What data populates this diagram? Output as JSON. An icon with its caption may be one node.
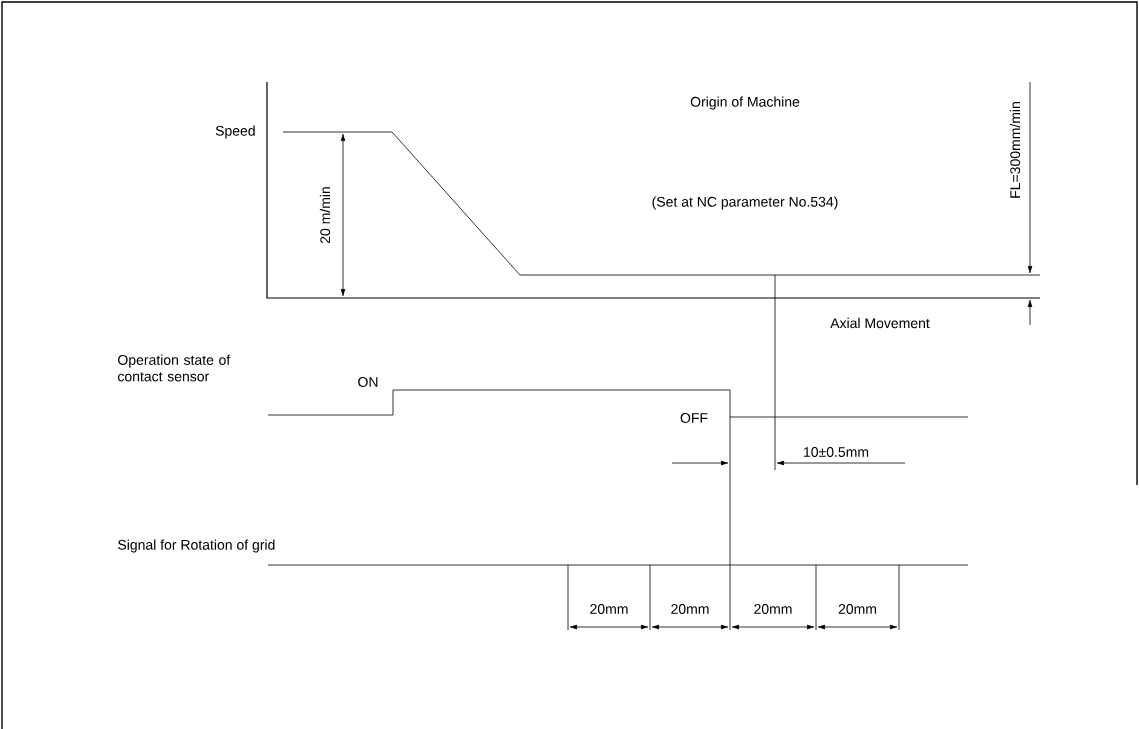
{
  "diagram": {
    "labels": [
      "Origin of Machine",
      "FL=300mm/min",
      "Speed",
      "20 m/min",
      "(Set at NC parameter No.534)",
      "Axial Movement",
      "Operation state of contact sensor",
      "ON",
      "OFF",
      "10±0.5mm",
      "Signal for Rotation of grid",
      "20mm",
      "20mm",
      "20mm",
      "20mm"
    ]
  }
}
